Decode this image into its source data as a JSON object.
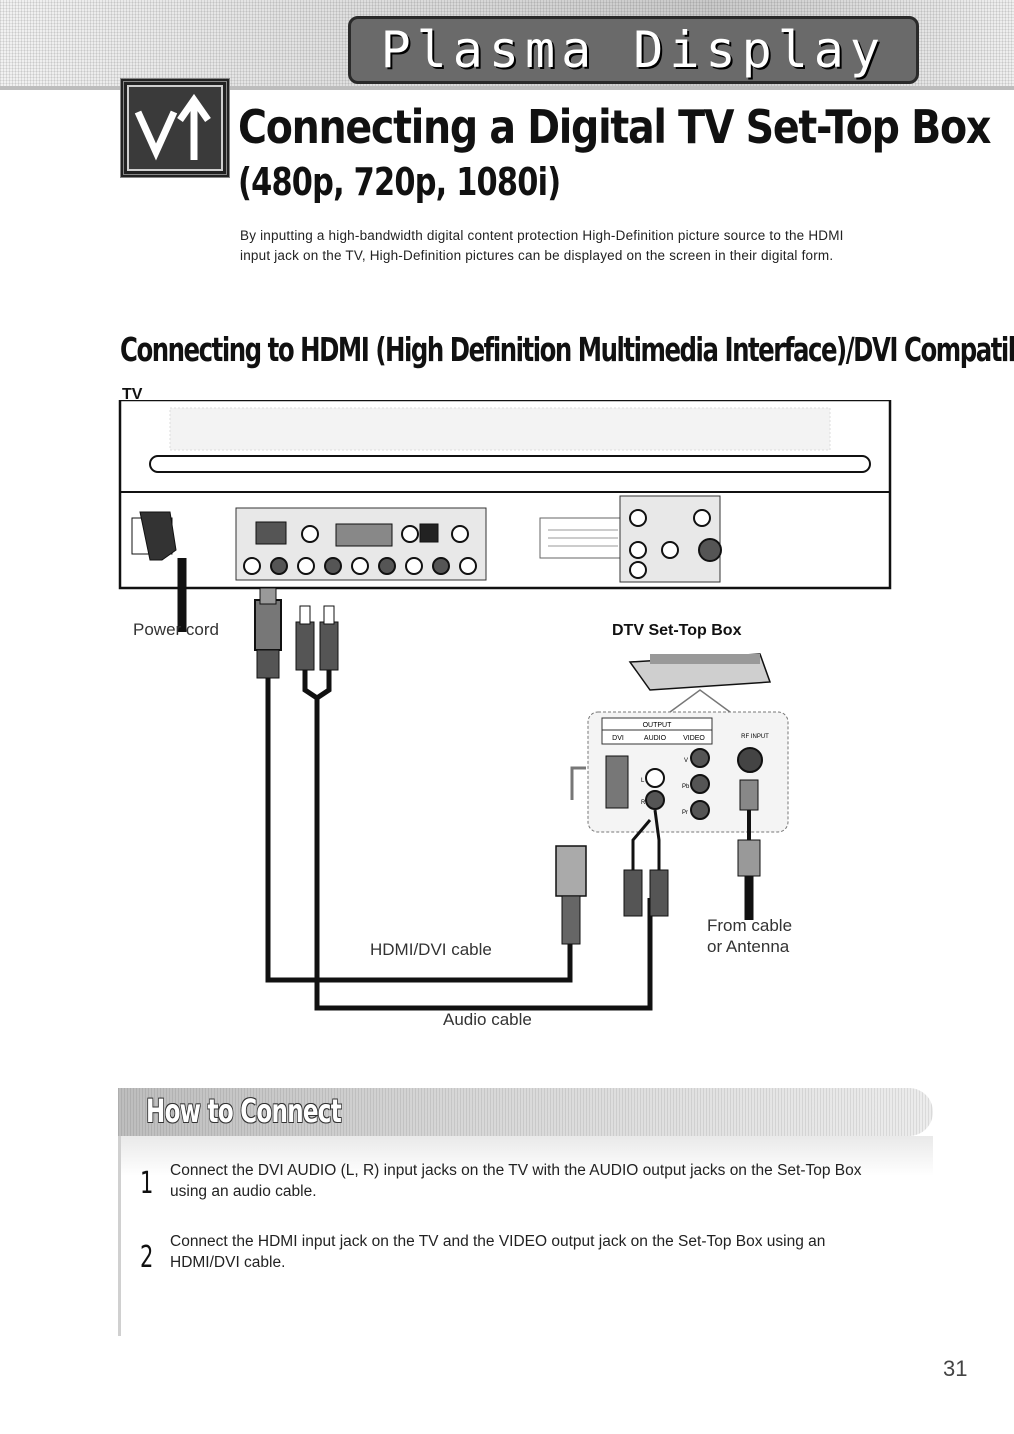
{
  "banner": {
    "title": "Plasma Display"
  },
  "header": {
    "title": "Connecting a Digital TV Set-Top Box",
    "subtitle": "(480p, 720p, 1080i)",
    "intro": "By inputting a high-bandwidth digital content protection High-Definition picture source to the HDMI input jack on the TV, High-Definition pictures can be displayed on the screen in their digital form."
  },
  "section": {
    "heading": "Connecting to HDMI (High Definition Multimedia Interface)/DVI Compatible",
    "tv_label": "TV"
  },
  "diagram": {
    "power_cord": "Power cord",
    "dtv_box": "DTV Set-Top Box",
    "from_cable": "From cable",
    "or_antenna": "or Antenna",
    "hdmi_cable": "HDMI/DVI cable",
    "audio_cable": "Audio cable",
    "stb_panel": {
      "output": "OUTPUT",
      "dvi": "DVI",
      "audio": "AUDIO",
      "video": "VIDEO",
      "rf_input": "RF INPUT",
      "jack_r": "R",
      "jack_l": "L",
      "jack_v": "V",
      "jack_pb": "Pb",
      "jack_pr": "Pr"
    }
  },
  "howto": {
    "title": "How to Connect",
    "steps": [
      {
        "num": "1",
        "text": "Connect the DVI AUDIO (L, R) input jacks on the TV with the AUDIO output jacks on the Set-Top Box using an audio cable."
      },
      {
        "num": "2",
        "text": "Connect the HDMI input jack on the TV and the VIDEO output jack on the Set-Top Box using an HDMI/DVI cable."
      }
    ]
  },
  "page_number": "31"
}
